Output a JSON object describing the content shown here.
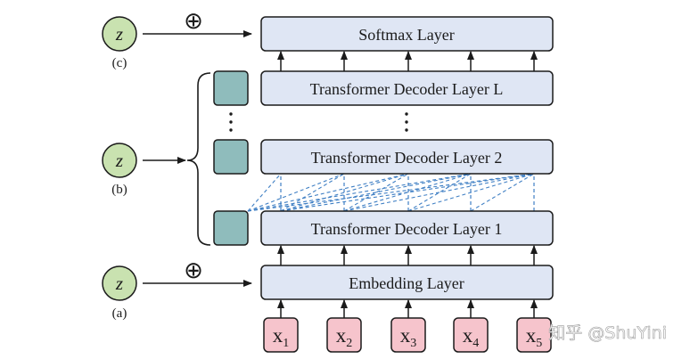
{
  "latent_symbol": "z",
  "oplus": "⊕",
  "variant_labels": {
    "c": "(c)",
    "b": "(b)",
    "a": "(a)"
  },
  "layers": {
    "softmax": "Softmax Layer",
    "decoder_L": "Transformer Decoder Layer L",
    "decoder_2": "Transformer Decoder Layer 2",
    "decoder_1": "Transformer Decoder Layer 1",
    "embedding": "Embedding Layer"
  },
  "inputs": [
    "x1",
    "x2",
    "x3",
    "x4",
    "x5"
  ],
  "watermark": "知乎 @ShuYini",
  "colors": {
    "layer_fill": "#dfe6f4",
    "layer_stroke": "#1b1b1b",
    "input_fill": "#f6c4cc",
    "input_stroke": "#1b1b1b",
    "latent_fill": "#c9e2b0",
    "memory_fill": "#8fbcbc",
    "attention_dash": "#3f7fc4"
  }
}
